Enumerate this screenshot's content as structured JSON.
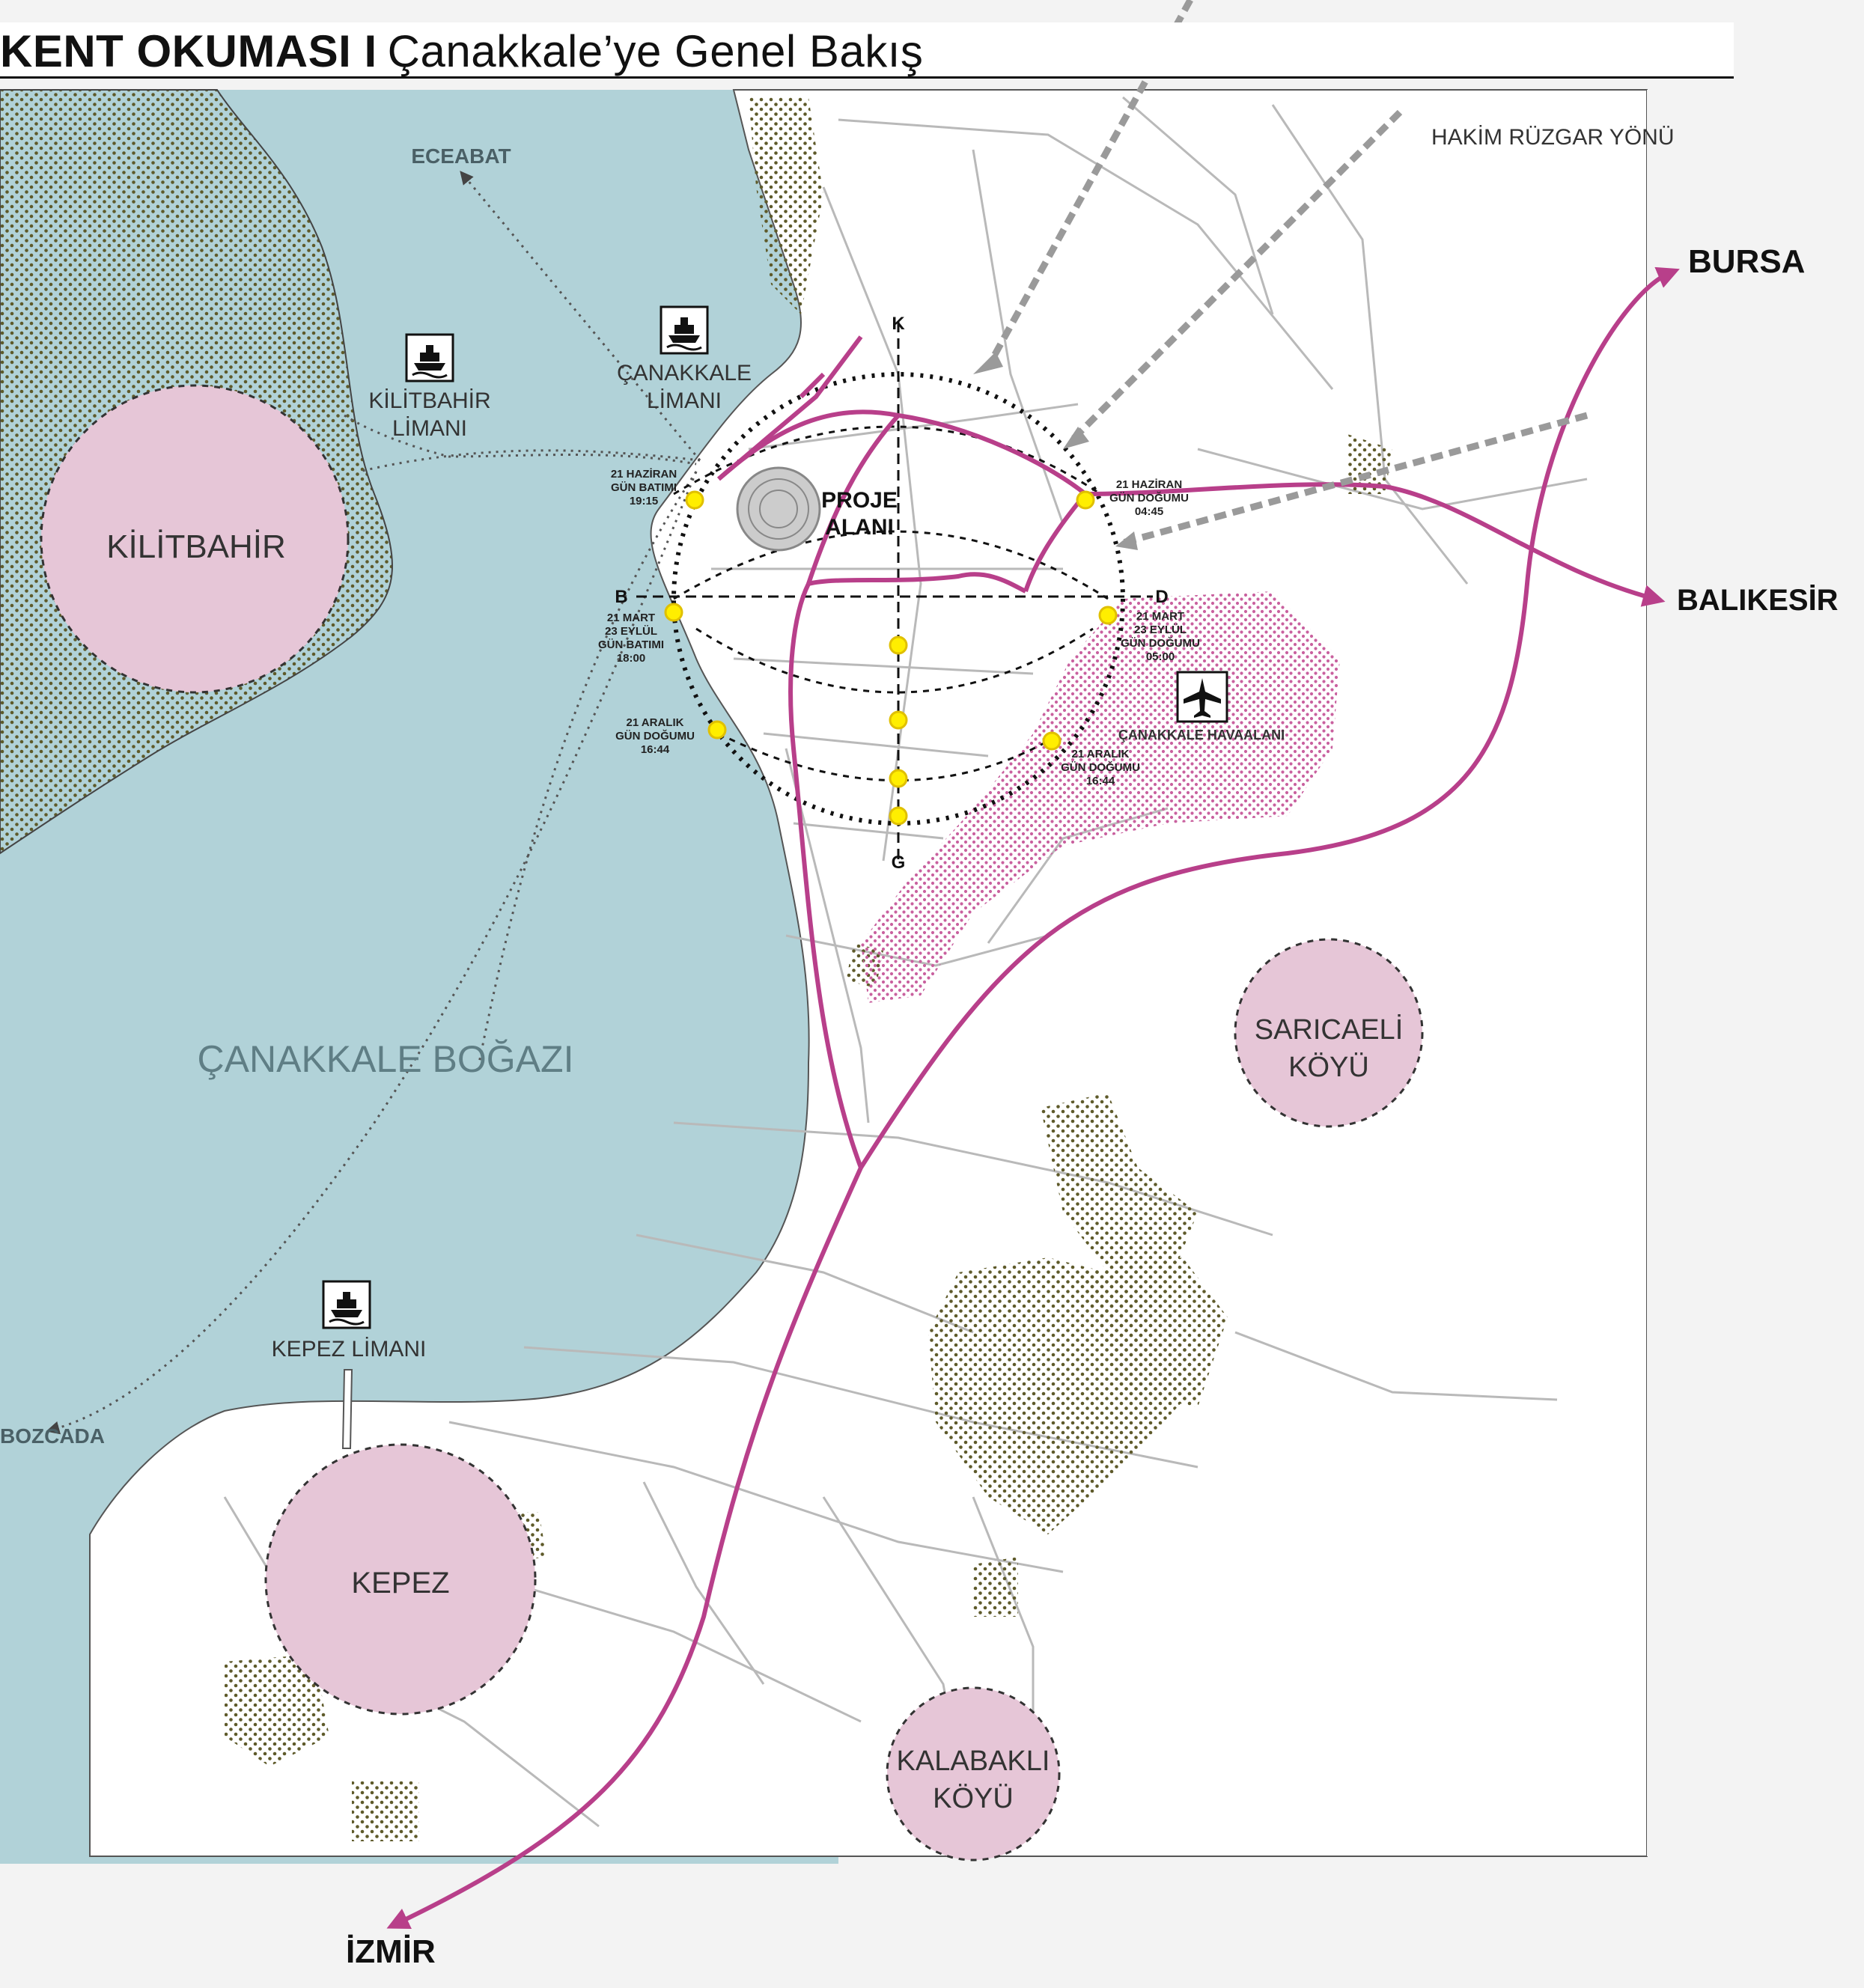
{
  "title": {
    "main": "KENT OKUMASI I",
    "sub": "Çanakkale’ye Genel Bakış"
  },
  "places": {
    "kilitbahir": "KİLİTBAHİR",
    "kepez": "KEPEZ",
    "saricaeli": [
      "SARICAELİ",
      "KÖYÜ"
    ],
    "kalabakli": [
      "KALABAKLI",
      "KÖYÜ"
    ],
    "strait": "ÇANAKKALE BOĞAZI",
    "project": [
      "PROJE",
      "ALANI"
    ]
  },
  "ports": {
    "kilitbahir": [
      "KİLİTBAHİR",
      "LİMANI"
    ],
    "canakkale": [
      "ÇANAKKALE",
      "LİMANI"
    ],
    "kepez": "KEPEZ LİMANI"
  },
  "ferry_destinations": {
    "eceabat": "ECEABAT",
    "bozcaada": "BOZCADA"
  },
  "roads": {
    "bursa": "BURSA",
    "balikesir": "BALIKESİR",
    "izmir": "İZMİR"
  },
  "wind": "HAKİM RÜZGAR YÖNÜ",
  "airport": "ÇANAKKALE HAVAALANI",
  "compass": {
    "north": "K",
    "south": "G",
    "west": "B",
    "east": "D"
  },
  "sun_labels": {
    "june_sunset": [
      "21 HAZİRAN",
      "GÜN BATIMI",
      "19:15"
    ],
    "june_sunrise": [
      "21 HAZİRAN",
      "GÜN DOĞUMU",
      "04:45"
    ],
    "equinox_sunset": [
      "21 MART",
      "23 EYLÜL",
      "GÜN BATIMI",
      "18:00"
    ],
    "equinox_sunrise": [
      "21 MART",
      "23 EYLÜL",
      "GÜN DOĞUMU",
      "05:00"
    ],
    "december_west": [
      "21 ARALIK",
      "GÜN DOĞUMU",
      "16:44"
    ],
    "december_east": [
      "21 ARALIK",
      "GÜN DOĞUMU",
      "16:44"
    ]
  },
  "colors": {
    "sea": "#b1d2d8",
    "land": "#ffffff",
    "background": "#f3f3f3",
    "road": "#b83f8a",
    "settlement": "#e6c6d7",
    "sun": "#ffee00",
    "wind_arrow": "#9a9a9a",
    "vegetation_dots": "#5e5a2a"
  },
  "icons": [
    "ferry-icon",
    "airplane-icon",
    "sun-icon",
    "wind-arrow-icon",
    "road-arrow-icon"
  ]
}
